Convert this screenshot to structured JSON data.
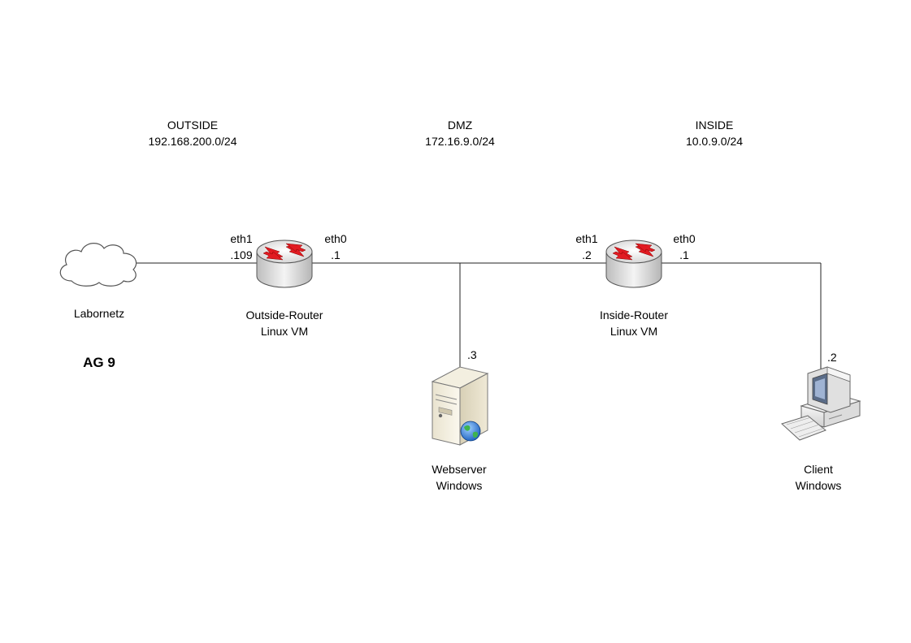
{
  "zones": [
    {
      "name": "OUTSIDE",
      "subnet": "192.168.200.0/24"
    },
    {
      "name": "DMZ",
      "subnet": "172.16.9.0/24"
    },
    {
      "name": "INSIDE",
      "subnet": "10.0.9.0/24"
    }
  ],
  "group_label": "AG 9",
  "cloud": {
    "label": "Labornetz"
  },
  "outside_router": {
    "name": "Outside-Router",
    "platform": "Linux VM",
    "if_left": "eth1",
    "ip_left": ".109",
    "if_right": "eth0",
    "ip_right": ".1"
  },
  "inside_router": {
    "name": "Inside-Router",
    "platform": "Linux VM",
    "if_left": "eth1",
    "ip_left": ".2",
    "if_right": "eth0",
    "ip_right": ".1"
  },
  "webserver": {
    "name": "Webserver",
    "platform": "Windows",
    "ip": ".3"
  },
  "client": {
    "name": "Client",
    "platform": "Windows",
    "ip": ".2"
  },
  "colors": {
    "line": "#222222",
    "router_arrow": "#e11b22",
    "router_body": "#e6e6e6"
  }
}
